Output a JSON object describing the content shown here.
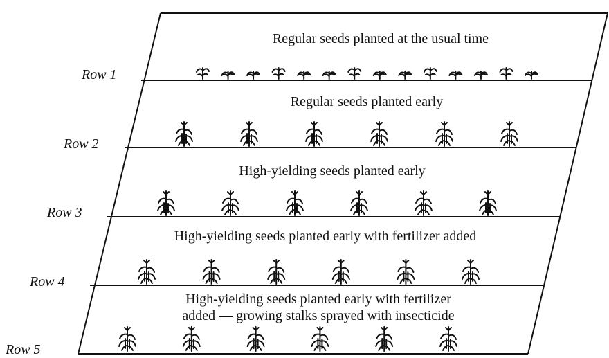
{
  "rows": [
    {
      "label": "Row 1",
      "description": [
        "Regular seeds planted at the usual time"
      ],
      "plants": 14,
      "plant_style": "small"
    },
    {
      "label": "Row 2",
      "description": [
        "Regular seeds planted early"
      ],
      "plants": 6,
      "plant_style": "tall"
    },
    {
      "label": "Row 3",
      "description": [
        "High-yielding seeds planted early"
      ],
      "plants": 6,
      "plant_style": "tall"
    },
    {
      "label": "Row 4",
      "description": [
        "High-yielding seeds planted early with fertilizer added"
      ],
      "plants": 6,
      "plant_style": "tall"
    },
    {
      "label": "Row 5",
      "description": [
        "High-yielding seeds planted early with fertilizer",
        "added — growing stalks sprayed with insecticide"
      ],
      "plants": 6,
      "plant_style": "tall"
    }
  ],
  "colors": {
    "ink": "#111111",
    "paper": "#ffffff"
  }
}
